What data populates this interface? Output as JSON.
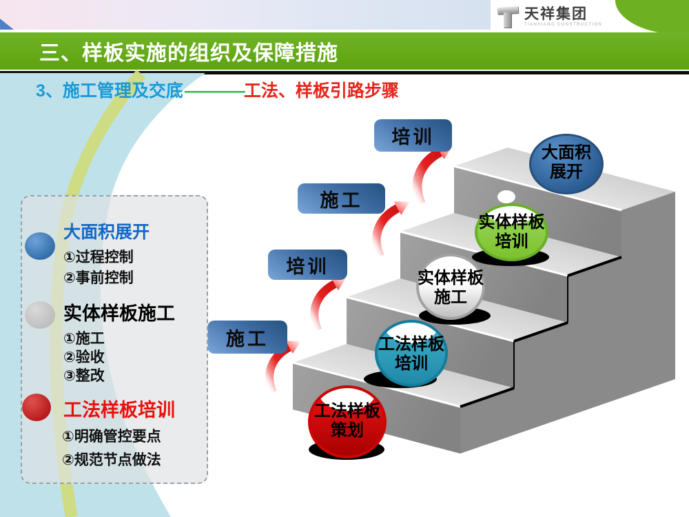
{
  "header": {
    "title": "三、样板实施的组织及保障措施",
    "logo": {
      "company_cn": "天祥集团",
      "company_en": "TIANXIANG CONSTRUCTION"
    }
  },
  "subtitle": {
    "number": "3、",
    "topic": "施工管理及交底",
    "dash": "————",
    "highlight": "工法、样板引路步骤"
  },
  "legend": {
    "items": [
      {
        "title": "大面积展开",
        "points": [
          "①过程控制",
          "②事前控制"
        ]
      },
      {
        "title": "实体样板施工",
        "points": [
          "①施工",
          "②验收",
          "③整改"
        ]
      },
      {
        "title": "工法样板培训",
        "points": [
          "①明确管控要点",
          "②规范节点做法"
        ]
      }
    ]
  },
  "stairs": {
    "buttons": [
      {
        "label": "培训"
      },
      {
        "label": "施工"
      },
      {
        "label": "培训"
      },
      {
        "label": "施工"
      }
    ],
    "spheres": [
      {
        "line1": "工法样板",
        "line2": "策划",
        "color": "#e01010"
      },
      {
        "line1": "工法样板",
        "line2": "培训",
        "color": "#38a7c4"
      },
      {
        "line1": "实体样板",
        "line2": "施工",
        "color": "#ffffff"
      },
      {
        "line1": "实体样板",
        "line2": "培训",
        "color": "#92d050"
      },
      {
        "line1": "大面积",
        "line2": "展开",
        "color": "#2f5f96"
      }
    ]
  },
  "colors": {
    "title_bar_green": "#61a812",
    "header_corner_green": "#6db123",
    "subtitle_blue": "#1b99d5",
    "subtitle_red": "#e5261c",
    "dash_green": "#2fb44f",
    "button_blue": "#3f6da5",
    "arrow_red": "#e62020",
    "legend_title_blue": "#1269c7",
    "legend_title_red": "#e8100c",
    "stair_gray": "#8a8a8a",
    "swoosh_cyan": "#bfe2ea"
  }
}
